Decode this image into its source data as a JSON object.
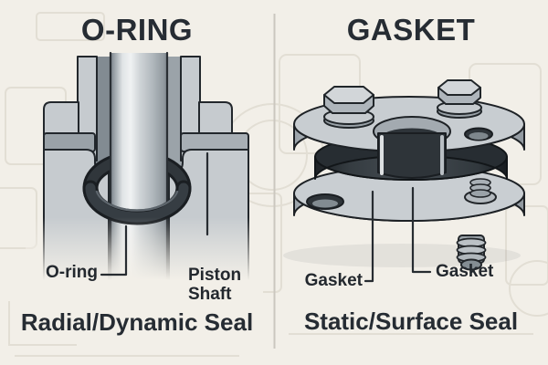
{
  "panels": {
    "oring": {
      "title": "O-RING",
      "labels": {
        "seal": "O-ring",
        "shaft_line1": "Piston",
        "shaft_line2": "Shaft"
      },
      "caption": "Radial/Dynamic Seal"
    },
    "gasket": {
      "title": "GASKET",
      "labels": {
        "left": "Gasket",
        "right": "Gasket"
      },
      "caption": "Static/Surface Seal"
    }
  },
  "colors": {
    "background": "#f2efe8",
    "ink": "#262c33",
    "metal_light": "#cdd2d5",
    "metal_mid": "#a7aeb4",
    "metal_dark": "#7c848b",
    "seal_dark": "#2e3439",
    "outline": "#22272c",
    "divider": "#cbc7bf",
    "ghost_line": "#e2ded4"
  }
}
